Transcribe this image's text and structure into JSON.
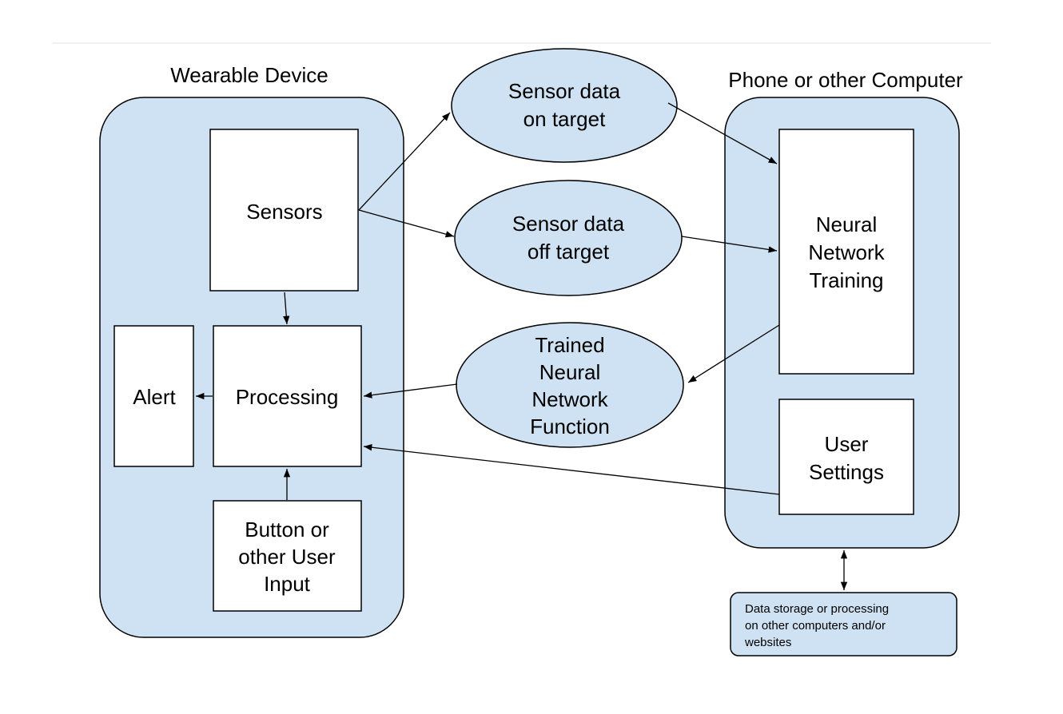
{
  "titles": {
    "wearable": "Wearable Device",
    "computer": "Phone or other Computer"
  },
  "wearable_blocks": {
    "sensors": "Sensors",
    "alert": "Alert",
    "processing": "Processing",
    "input": [
      "Button or",
      "other User",
      "Input"
    ]
  },
  "data_ellipses": {
    "on_target": [
      "Sensor data",
      "on target"
    ],
    "off_target": [
      "Sensor data",
      "off target"
    ],
    "trained": [
      "Trained",
      "Neural",
      "Network",
      "Function"
    ]
  },
  "computer_blocks": {
    "training": [
      "Neural",
      "Network",
      "Training"
    ],
    "settings": [
      "User",
      "Settings"
    ]
  },
  "storage": [
    "Data storage or processing",
    "on other computers and/or",
    "websites"
  ],
  "colors": {
    "container_fill": "#cfe2f3",
    "stroke": "#000000",
    "box_fill": "#ffffff"
  }
}
